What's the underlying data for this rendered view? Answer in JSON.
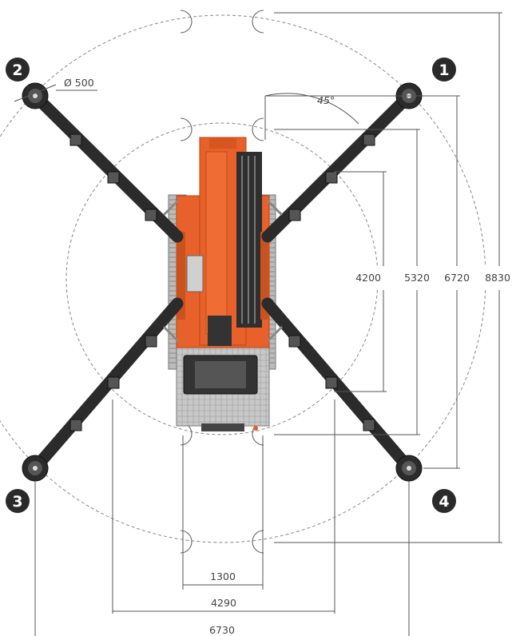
{
  "diagram": {
    "colors": {
      "machine": "#e8612a",
      "machine_dark": "#b84515",
      "arm": "#2b2b2b",
      "dimension_line": "#555555",
      "dashed_circle": "#888888",
      "badge": "#2a2a2a"
    },
    "outriggers": [
      {
        "number": "1"
      },
      {
        "number": "2"
      },
      {
        "number": "3"
      },
      {
        "number": "4"
      }
    ],
    "pad_diameter": "Ø 500",
    "angle": "45°",
    "vertical_dimensions": [
      "4200",
      "5320",
      "6720",
      "8830"
    ],
    "horizontal_dimensions": [
      "1300",
      "4290",
      "6730"
    ]
  }
}
